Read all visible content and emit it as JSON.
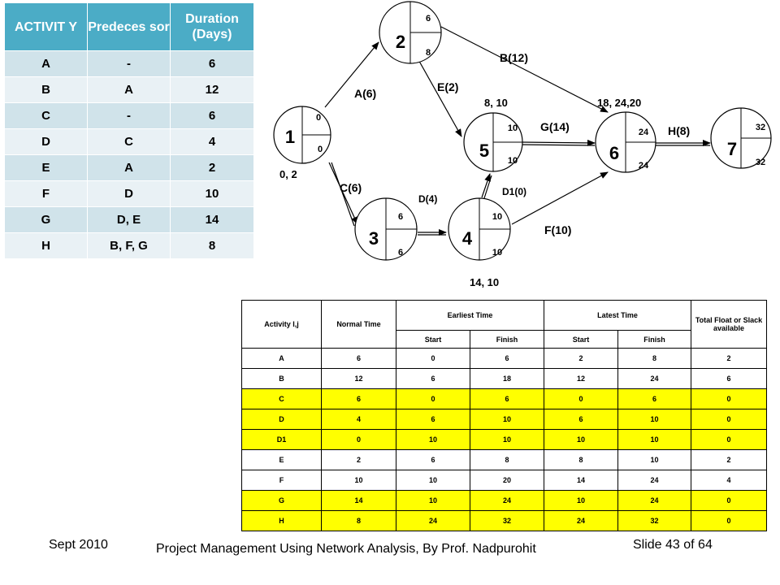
{
  "activity_table": {
    "headers": [
      "ACTIVIT Y",
      "Predeces sor",
      "Duration (Days)"
    ],
    "rows": [
      [
        "A",
        "-",
        "6"
      ],
      [
        "B",
        "A",
        "12"
      ],
      [
        "C",
        "-",
        "6"
      ],
      [
        "D",
        "C",
        "4"
      ],
      [
        "E",
        "A",
        "2"
      ],
      [
        "F",
        "D",
        "10"
      ],
      [
        "G",
        "D, E",
        "14"
      ],
      [
        "H",
        "B, F, G",
        "8"
      ]
    ]
  },
  "network": {
    "nodes": [
      {
        "id": "1",
        "top": "0",
        "bottom": "0"
      },
      {
        "id": "2",
        "top": "6",
        "bottom": "8"
      },
      {
        "id": "3",
        "top": "6",
        "bottom": "6"
      },
      {
        "id": "4",
        "top": "10",
        "bottom": "10"
      },
      {
        "id": "5",
        "top": "10",
        "bottom": "10"
      },
      {
        "id": "6",
        "top": "24",
        "bottom": "24"
      },
      {
        "id": "7",
        "top": "32",
        "bottom": "32"
      }
    ],
    "edge_labels": {
      "A": "A(6)",
      "B": "B(12)",
      "C": "C(6)",
      "D": "D(4)",
      "D1": "D1(0)",
      "E": "E(2)",
      "F": "F(10)",
      "G": "G(14)",
      "H": "H(8)"
    },
    "annotations": {
      "node1": "0, 2",
      "node5": "8, 10",
      "node6": "18, 24,20",
      "node4": "14, 10"
    }
  },
  "result_table": {
    "header": {
      "activity": "Activity I,j",
      "normal_time": "Normal Time",
      "earliest": "Earliest Time",
      "latest": "Latest Time",
      "float": "Total Float or Slack available",
      "start": "Start",
      "finish": "Finish",
      "start2": "Start",
      "finish2": "Finish"
    },
    "rows": [
      {
        "cells": [
          "A",
          "6",
          "0",
          "6",
          "2",
          "8",
          "2"
        ],
        "critical": false
      },
      {
        "cells": [
          "B",
          "12",
          "6",
          "18",
          "12",
          "24",
          "6"
        ],
        "critical": false
      },
      {
        "cells": [
          "C",
          "6",
          "0",
          "6",
          "0",
          "6",
          "0"
        ],
        "critical": true
      },
      {
        "cells": [
          "D",
          "4",
          "6",
          "10",
          "6",
          "10",
          "0"
        ],
        "critical": true
      },
      {
        "cells": [
          "D1",
          "0",
          "10",
          "10",
          "10",
          "10",
          "0"
        ],
        "critical": true
      },
      {
        "cells": [
          "E",
          "2",
          "6",
          "8",
          "8",
          "10",
          "2"
        ],
        "critical": false
      },
      {
        "cells": [
          "F",
          "10",
          "10",
          "20",
          "14",
          "24",
          "4"
        ],
        "critical": false
      },
      {
        "cells": [
          "G",
          "14",
          "10",
          "24",
          "10",
          "24",
          "0"
        ],
        "critical": true
      },
      {
        "cells": [
          "H",
          "8",
          "24",
          "32",
          "24",
          "32",
          "0"
        ],
        "critical": true
      }
    ],
    "highlight_color": "#ffff00"
  },
  "footer": {
    "date": "Sept 2010",
    "title": "Project Management Using Network Analysis, By Prof. Nadpurohit",
    "slide": "Slide 43 of 64"
  },
  "colors": {
    "table_header": "#4bacc6",
    "table_row_odd": "#d0e3ea",
    "table_row_even": "#e9f1f5"
  }
}
